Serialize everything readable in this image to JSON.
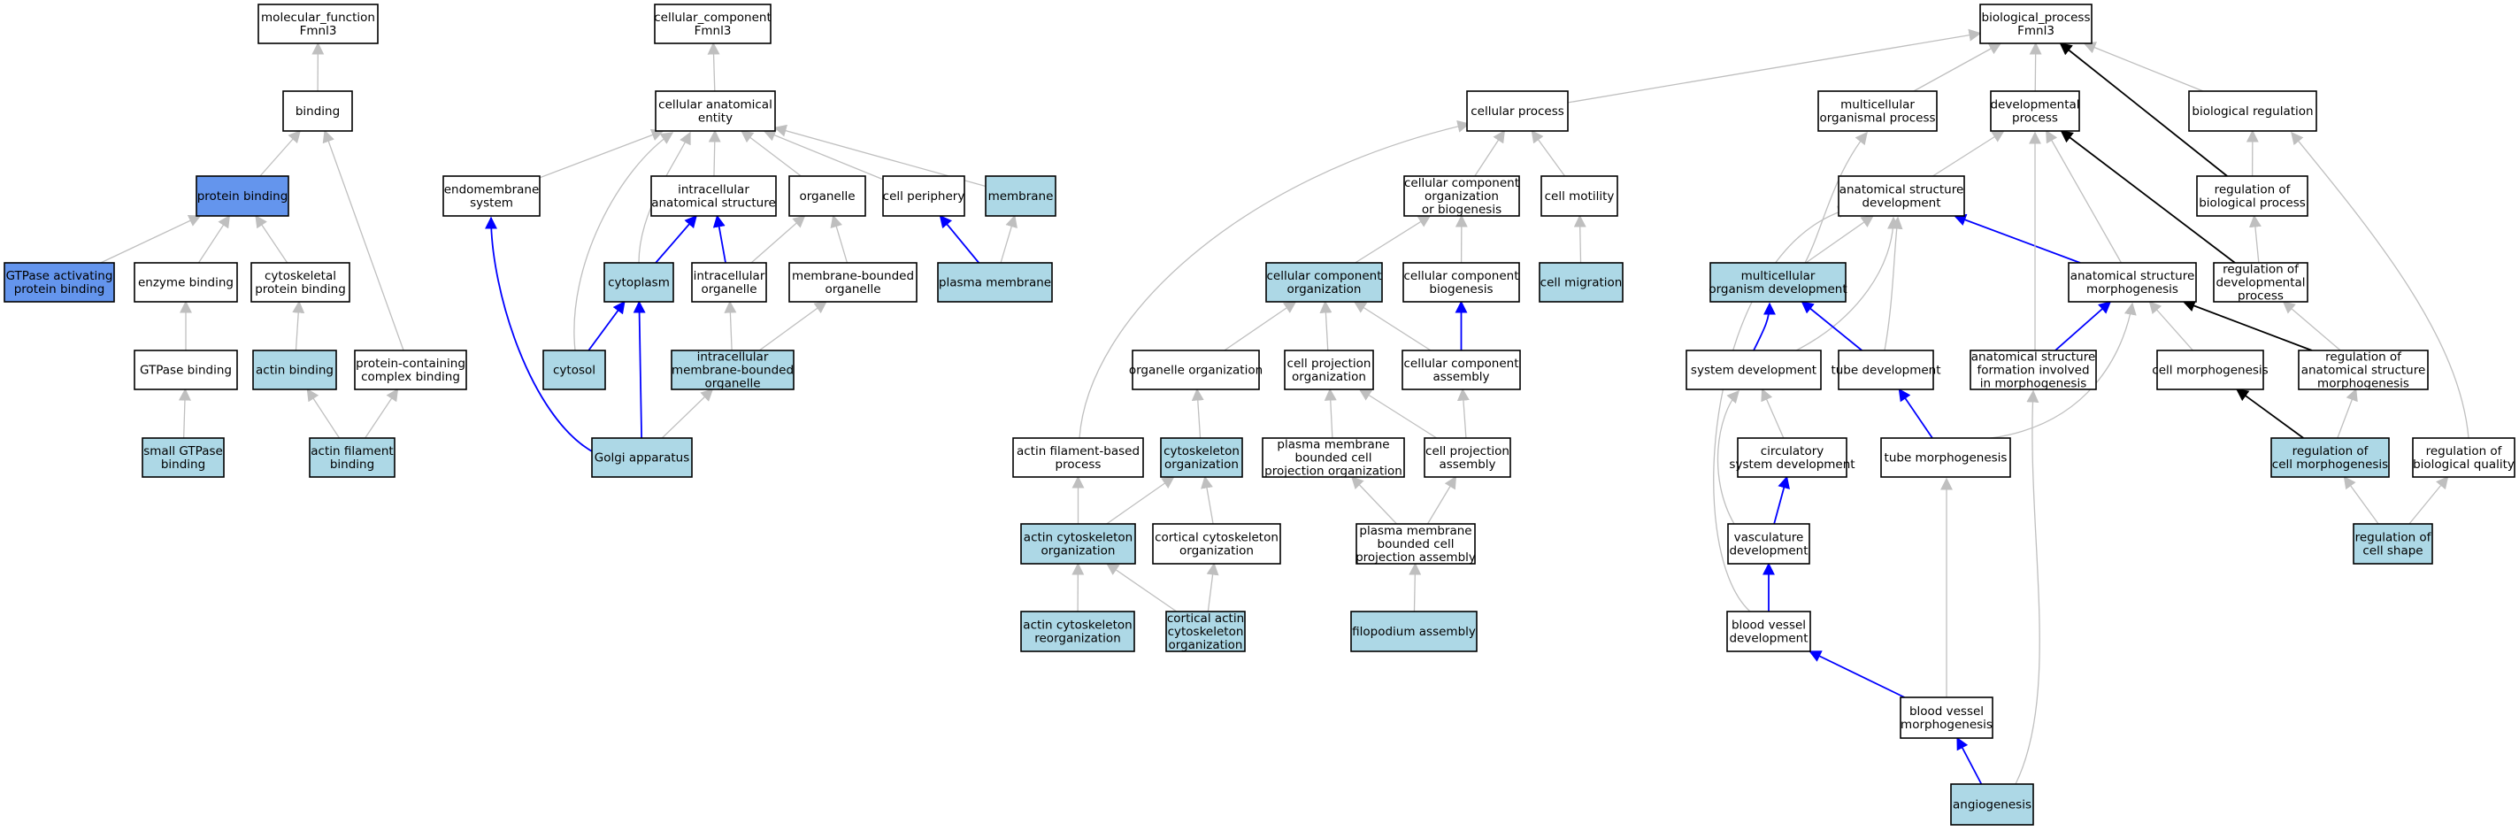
{
  "colors": {
    "default": "#ffffff",
    "highlight": "#add8e6",
    "query": "#6495ed",
    "edge_is_a": "#bfbfbf",
    "edge_part_of": "#0000ff",
    "edge_regulates": "#000000"
  },
  "nodes": [
    {
      "id": "mf",
      "lines": [
        "molecular_function",
        "Fmnl3"
      ],
      "fill": "default"
    },
    {
      "id": "binding",
      "lines": [
        "binding"
      ],
      "fill": "default"
    },
    {
      "id": "protein_binding",
      "lines": [
        "protein binding"
      ],
      "fill": "query"
    },
    {
      "id": "gtpase_act",
      "lines": [
        "GTPase activating",
        "protein binding"
      ],
      "fill": "query"
    },
    {
      "id": "enzyme_binding",
      "lines": [
        "enzyme binding"
      ],
      "fill": "default"
    },
    {
      "id": "cytoskel_pb",
      "lines": [
        "cytoskeletal",
        "protein binding"
      ],
      "fill": "default"
    },
    {
      "id": "gtpase_binding",
      "lines": [
        "GTPase binding"
      ],
      "fill": "default"
    },
    {
      "id": "actin_binding",
      "lines": [
        "actin binding"
      ],
      "fill": "highlight"
    },
    {
      "id": "pccb",
      "lines": [
        "protein-containing",
        "complex binding"
      ],
      "fill": "default"
    },
    {
      "id": "small_gtpase",
      "lines": [
        "small GTPase",
        "binding"
      ],
      "fill": "highlight"
    },
    {
      "id": "actin_fil_binding",
      "lines": [
        "actin filament",
        "binding"
      ],
      "fill": "highlight"
    },
    {
      "id": "cc",
      "lines": [
        "cellular_component",
        "Fmnl3"
      ],
      "fill": "default"
    },
    {
      "id": "cae",
      "lines": [
        "cellular anatomical",
        "entity"
      ],
      "fill": "default"
    },
    {
      "id": "endomembrane",
      "lines": [
        "endomembrane",
        "system"
      ],
      "fill": "default"
    },
    {
      "id": "ias",
      "lines": [
        "intracellular",
        "anatomical structure"
      ],
      "fill": "default"
    },
    {
      "id": "organelle",
      "lines": [
        "organelle"
      ],
      "fill": "default"
    },
    {
      "id": "cell_periphery",
      "lines": [
        "cell periphery"
      ],
      "fill": "default"
    },
    {
      "id": "membrane",
      "lines": [
        "membrane"
      ],
      "fill": "highlight"
    },
    {
      "id": "cytoplasm",
      "lines": [
        "cytoplasm"
      ],
      "fill": "highlight"
    },
    {
      "id": "intra_org",
      "lines": [
        "intracellular",
        "organelle"
      ],
      "fill": "default"
    },
    {
      "id": "mbo",
      "lines": [
        "membrane-bounded",
        "organelle"
      ],
      "fill": "default"
    },
    {
      "id": "plasma_membrane",
      "lines": [
        "plasma membrane"
      ],
      "fill": "highlight"
    },
    {
      "id": "cytosol",
      "lines": [
        "cytosol"
      ],
      "fill": "highlight"
    },
    {
      "id": "imbo",
      "lines": [
        "intracellular",
        "membrane-bounded",
        "organelle"
      ],
      "fill": "highlight"
    },
    {
      "id": "golgi",
      "lines": [
        "Golgi apparatus"
      ],
      "fill": "highlight"
    },
    {
      "id": "bp",
      "lines": [
        "biological_process",
        "Fmnl3"
      ],
      "fill": "default"
    },
    {
      "id": "cellular_process",
      "lines": [
        "cellular process"
      ],
      "fill": "default"
    },
    {
      "id": "multi_op",
      "lines": [
        "multicellular",
        "organismal process"
      ],
      "fill": "default"
    },
    {
      "id": "dev_process",
      "lines": [
        "developmental",
        "process"
      ],
      "fill": "default"
    },
    {
      "id": "bio_reg",
      "lines": [
        "biological regulation"
      ],
      "fill": "default"
    },
    {
      "id": "ccob",
      "lines": [
        "cellular component",
        "organization",
        "or biogenesis"
      ],
      "fill": "default"
    },
    {
      "id": "cell_motility",
      "lines": [
        "cell motility"
      ],
      "fill": "default"
    },
    {
      "id": "asd",
      "lines": [
        "anatomical structure",
        "development"
      ],
      "fill": "default"
    },
    {
      "id": "reg_bp",
      "lines": [
        "regulation of",
        "biological process"
      ],
      "fill": "default"
    },
    {
      "id": "cco",
      "lines": [
        "cellular component",
        "organization"
      ],
      "fill": "highlight"
    },
    {
      "id": "ccb",
      "lines": [
        "cellular component",
        "biogenesis"
      ],
      "fill": "default"
    },
    {
      "id": "cell_migration",
      "lines": [
        "cell migration"
      ],
      "fill": "highlight"
    },
    {
      "id": "mod",
      "lines": [
        "multicellular",
        "organism development"
      ],
      "fill": "highlight"
    },
    {
      "id": "asm",
      "lines": [
        "anatomical structure",
        "morphogenesis"
      ],
      "fill": "default"
    },
    {
      "id": "reg_dev",
      "lines": [
        "regulation of",
        "developmental",
        "process"
      ],
      "fill": "default"
    },
    {
      "id": "org_org",
      "lines": [
        "organelle organization"
      ],
      "fill": "default"
    },
    {
      "id": "cpo",
      "lines": [
        "cell projection",
        "organization"
      ],
      "fill": "default"
    },
    {
      "id": "cca",
      "lines": [
        "cellular component",
        "assembly"
      ],
      "fill": "default"
    },
    {
      "id": "sys_dev",
      "lines": [
        "system development"
      ],
      "fill": "default"
    },
    {
      "id": "tube_dev",
      "lines": [
        "tube development"
      ],
      "fill": "default"
    },
    {
      "id": "asfim",
      "lines": [
        "anatomical structure",
        "formation involved",
        "in morphogenesis"
      ],
      "fill": "default"
    },
    {
      "id": "cell_morph",
      "lines": [
        "cell morphogenesis"
      ],
      "fill": "default"
    },
    {
      "id": "reg_asm",
      "lines": [
        "regulation of",
        "anatomical structure",
        "morphogenesis"
      ],
      "fill": "default"
    },
    {
      "id": "afbp",
      "lines": [
        "actin filament-based",
        "process"
      ],
      "fill": "default"
    },
    {
      "id": "cyto_org",
      "lines": [
        "cytoskeleton",
        "organization"
      ],
      "fill": "highlight"
    },
    {
      "id": "pmbcpo",
      "lines": [
        "plasma membrane",
        "bounded cell",
        "projection organization"
      ],
      "fill": "default"
    },
    {
      "id": "cpa",
      "lines": [
        "cell projection",
        "assembly"
      ],
      "fill": "default"
    },
    {
      "id": "csd",
      "lines": [
        "circulatory",
        "system development"
      ],
      "fill": "default"
    },
    {
      "id": "tube_morph",
      "lines": [
        "tube morphogenesis"
      ],
      "fill": "default"
    },
    {
      "id": "reg_cm",
      "lines": [
        "regulation of",
        "cell morphogenesis"
      ],
      "fill": "highlight"
    },
    {
      "id": "reg_bq",
      "lines": [
        "regulation of",
        "biological quality"
      ],
      "fill": "default"
    },
    {
      "id": "aco",
      "lines": [
        "actin cytoskeleton",
        "organization"
      ],
      "fill": "highlight"
    },
    {
      "id": "ccto",
      "lines": [
        "cortical cytoskeleton",
        "organization"
      ],
      "fill": "default"
    },
    {
      "id": "pmbcpa",
      "lines": [
        "plasma membrane",
        "bounded cell",
        "projection assembly"
      ],
      "fill": "default"
    },
    {
      "id": "vasc_dev",
      "lines": [
        "vasculature",
        "development"
      ],
      "fill": "default"
    },
    {
      "id": "reg_cs",
      "lines": [
        "regulation of",
        "cell shape"
      ],
      "fill": "highlight"
    },
    {
      "id": "acr",
      "lines": [
        "actin cytoskeleton",
        "reorganization"
      ],
      "fill": "highlight"
    },
    {
      "id": "cacto",
      "lines": [
        "cortical actin",
        "cytoskeleton",
        "organization"
      ],
      "fill": "highlight"
    },
    {
      "id": "filopodium",
      "lines": [
        "filopodium assembly"
      ],
      "fill": "highlight"
    },
    {
      "id": "bvd",
      "lines": [
        "blood vessel",
        "development"
      ],
      "fill": "default"
    },
    {
      "id": "bvm",
      "lines": [
        "blood vessel",
        "morphogenesis"
      ],
      "fill": "default"
    },
    {
      "id": "angio",
      "lines": [
        "angiogenesis"
      ],
      "fill": "highlight"
    }
  ],
  "edges": [
    {
      "from": "binding",
      "to": "mf",
      "type": "is_a"
    },
    {
      "from": "protein_binding",
      "to": "binding",
      "type": "is_a"
    },
    {
      "from": "gtpase_act",
      "to": "protein_binding",
      "type": "is_a"
    },
    {
      "from": "enzyme_binding",
      "to": "protein_binding",
      "type": "is_a"
    },
    {
      "from": "cytoskel_pb",
      "to": "protein_binding",
      "type": "is_a"
    },
    {
      "from": "gtpase_binding",
      "to": "enzyme_binding",
      "type": "is_a"
    },
    {
      "from": "actin_binding",
      "to": "cytoskel_pb",
      "type": "is_a"
    },
    {
      "from": "pccb",
      "to": "binding",
      "type": "is_a"
    },
    {
      "from": "small_gtpase",
      "to": "gtpase_binding",
      "type": "is_a"
    },
    {
      "from": "actin_fil_binding",
      "to": "actin_binding",
      "type": "is_a"
    },
    {
      "from": "actin_fil_binding",
      "to": "pccb",
      "type": "is_a"
    },
    {
      "from": "cae",
      "to": "cc",
      "type": "is_a"
    },
    {
      "from": "endomembrane",
      "to": "cae",
      "type": "is_a"
    },
    {
      "from": "ias",
      "to": "cae",
      "type": "is_a"
    },
    {
      "from": "organelle",
      "to": "cae",
      "type": "is_a"
    },
    {
      "from": "cell_periphery",
      "to": "cae",
      "type": "is_a"
    },
    {
      "from": "membrane",
      "to": "cae",
      "type": "is_a"
    },
    {
      "from": "cytoplasm",
      "to": "cae",
      "type": "is_a"
    },
    {
      "from": "cytoplasm",
      "to": "ias",
      "type": "part_of"
    },
    {
      "from": "intra_org",
      "to": "ias",
      "type": "part_of"
    },
    {
      "from": "intra_org",
      "to": "organelle",
      "type": "is_a"
    },
    {
      "from": "mbo",
      "to": "organelle",
      "type": "is_a"
    },
    {
      "from": "plasma_membrane",
      "to": "cell_periphery",
      "type": "part_of"
    },
    {
      "from": "plasma_membrane",
      "to": "membrane",
      "type": "is_a"
    },
    {
      "from": "cytosol",
      "to": "cae",
      "type": "is_a"
    },
    {
      "from": "cytosol",
      "to": "cytoplasm",
      "type": "part_of"
    },
    {
      "from": "imbo",
      "to": "intra_org",
      "type": "is_a"
    },
    {
      "from": "imbo",
      "to": "mbo",
      "type": "is_a"
    },
    {
      "from": "golgi",
      "to": "endomembrane",
      "type": "part_of"
    },
    {
      "from": "golgi",
      "to": "cytoplasm",
      "type": "part_of"
    },
    {
      "from": "golgi",
      "to": "imbo",
      "type": "is_a"
    },
    {
      "from": "cellular_process",
      "to": "bp",
      "type": "is_a"
    },
    {
      "from": "multi_op",
      "to": "bp",
      "type": "is_a"
    },
    {
      "from": "dev_process",
      "to": "bp",
      "type": "is_a"
    },
    {
      "from": "bio_reg",
      "to": "bp",
      "type": "is_a"
    },
    {
      "from": "ccob",
      "to": "cellular_process",
      "type": "is_a"
    },
    {
      "from": "cell_motility",
      "to": "cellular_process",
      "type": "is_a"
    },
    {
      "from": "asd",
      "to": "dev_process",
      "type": "is_a"
    },
    {
      "from": "reg_bp",
      "to": "bio_reg",
      "type": "is_a"
    },
    {
      "from": "reg_bp",
      "to": "bp",
      "type": "regulates"
    },
    {
      "from": "cco",
      "to": "ccob",
      "type": "is_a"
    },
    {
      "from": "ccb",
      "to": "ccob",
      "type": "is_a"
    },
    {
      "from": "cell_migration",
      "to": "cell_motility",
      "type": "is_a"
    },
    {
      "from": "mod",
      "to": "multi_op",
      "type": "is_a"
    },
    {
      "from": "mod",
      "to": "asd",
      "type": "is_a"
    },
    {
      "from": "asm",
      "to": "asd",
      "type": "part_of"
    },
    {
      "from": "asm",
      "to": "dev_process",
      "type": "is_a"
    },
    {
      "from": "reg_dev",
      "to": "reg_bp",
      "type": "is_a"
    },
    {
      "from": "reg_dev",
      "to": "dev_process",
      "type": "regulates"
    },
    {
      "from": "org_org",
      "to": "cco",
      "type": "is_a"
    },
    {
      "from": "cpo",
      "to": "cco",
      "type": "is_a"
    },
    {
      "from": "cca",
      "to": "cco",
      "type": "is_a"
    },
    {
      "from": "cca",
      "to": "ccb",
      "type": "part_of"
    },
    {
      "from": "sys_dev",
      "to": "asd",
      "type": "is_a"
    },
    {
      "from": "sys_dev",
      "to": "mod",
      "type": "part_of"
    },
    {
      "from": "tube_dev",
      "to": "asd",
      "type": "is_a"
    },
    {
      "from": "tube_dev",
      "to": "mod",
      "type": "part_of"
    },
    {
      "from": "asfim",
      "to": "dev_process",
      "type": "is_a"
    },
    {
      "from": "asfim",
      "to": "asm",
      "type": "part_of"
    },
    {
      "from": "cell_morph",
      "to": "asm",
      "type": "is_a"
    },
    {
      "from": "reg_asm",
      "to": "reg_dev",
      "type": "is_a"
    },
    {
      "from": "reg_asm",
      "to": "asm",
      "type": "regulates"
    },
    {
      "from": "afbp",
      "to": "cellular_process",
      "type": "is_a"
    },
    {
      "from": "cyto_org",
      "to": "org_org",
      "type": "is_a"
    },
    {
      "from": "pmbcpo",
      "to": "cpo",
      "type": "is_a"
    },
    {
      "from": "cpa",
      "to": "cpo",
      "type": "is_a"
    },
    {
      "from": "cpa",
      "to": "cca",
      "type": "is_a"
    },
    {
      "from": "csd",
      "to": "sys_dev",
      "type": "is_a"
    },
    {
      "from": "tube_morph",
      "to": "tube_dev",
      "type": "part_of"
    },
    {
      "from": "tube_morph",
      "to": "asm",
      "type": "is_a"
    },
    {
      "from": "reg_cm",
      "to": "cell_morph",
      "type": "regulates"
    },
    {
      "from": "reg_cm",
      "to": "reg_asm",
      "type": "is_a"
    },
    {
      "from": "reg_bq",
      "to": "bio_reg",
      "type": "is_a"
    },
    {
      "from": "aco",
      "to": "afbp",
      "type": "is_a"
    },
    {
      "from": "aco",
      "to": "cyto_org",
      "type": "is_a"
    },
    {
      "from": "ccto",
      "to": "cyto_org",
      "type": "is_a"
    },
    {
      "from": "pmbcpa",
      "to": "pmbcpo",
      "type": "is_a"
    },
    {
      "from": "pmbcpa",
      "to": "cpa",
      "type": "is_a"
    },
    {
      "from": "vasc_dev",
      "to": "sys_dev",
      "type": "is_a"
    },
    {
      "from": "vasc_dev",
      "to": "csd",
      "type": "part_of"
    },
    {
      "from": "reg_cs",
      "to": "reg_cm",
      "type": "is_a"
    },
    {
      "from": "reg_cs",
      "to": "reg_bq",
      "type": "is_a"
    },
    {
      "from": "acr",
      "to": "aco",
      "type": "is_a"
    },
    {
      "from": "cacto",
      "to": "aco",
      "type": "is_a"
    },
    {
      "from": "cacto",
      "to": "ccto",
      "type": "is_a"
    },
    {
      "from": "filopodium",
      "to": "pmbcpa",
      "type": "is_a"
    },
    {
      "from": "bvd",
      "to": "asd",
      "type": "is_a"
    },
    {
      "from": "bvd",
      "to": "vasc_dev",
      "type": "part_of"
    },
    {
      "from": "bvm",
      "to": "bvd",
      "type": "part_of"
    },
    {
      "from": "bvm",
      "to": "tube_morph",
      "type": "is_a"
    },
    {
      "from": "angio",
      "to": "asfim",
      "type": "is_a"
    },
    {
      "from": "angio",
      "to": "bvm",
      "type": "part_of"
    }
  ]
}
